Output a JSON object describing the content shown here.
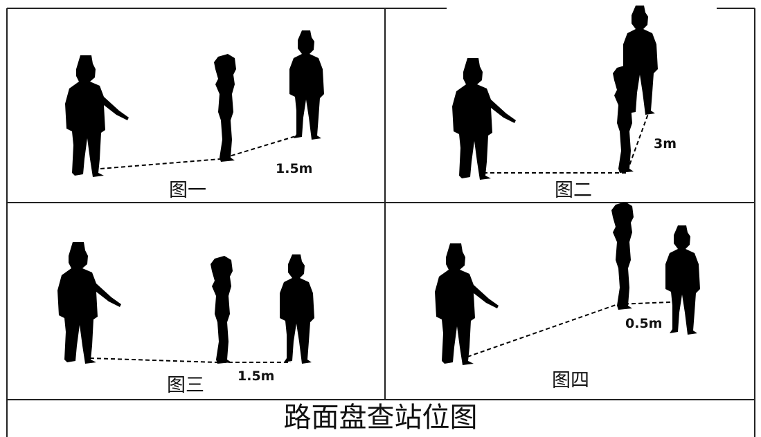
{
  "title": "路面盘查站位图",
  "panels": [
    {
      "caption": "图一",
      "distance_label": "1.5m"
    },
    {
      "caption": "图二",
      "distance_label": "3m"
    },
    {
      "caption": "图三",
      "distance_label": "1.5m"
    },
    {
      "caption": "图四",
      "distance_label": "0.5m"
    }
  ],
  "colors": {
    "figure": "#000000",
    "border": "#222222",
    "background": "#ffffff"
  }
}
